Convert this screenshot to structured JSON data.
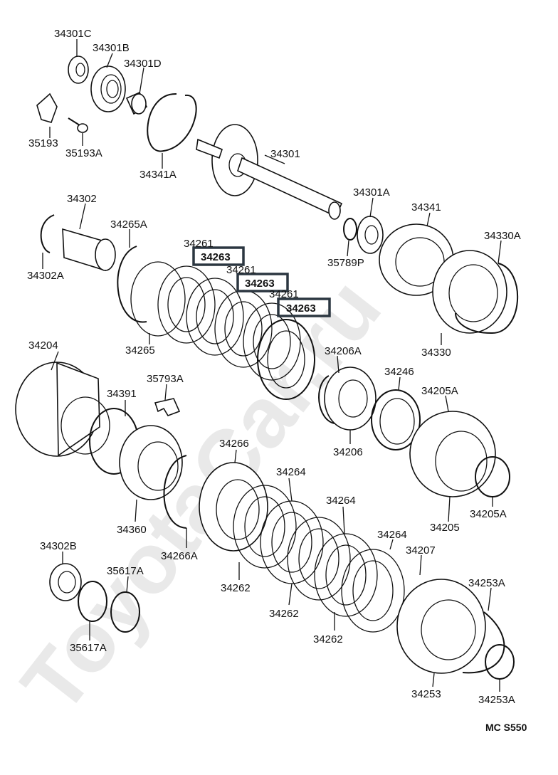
{
  "watermark": "ToyotaCar.ru",
  "diagram_code": "MC  S550",
  "labels": {
    "p34301C": "34301C",
    "p34301B": "34301B",
    "p34301D": "34301D",
    "p35193": "35193",
    "p35193A": "35193A",
    "p34341A": "34341A",
    "p34301": "34301",
    "p34301A": "34301A",
    "p35789P": "35789P",
    "p34341": "34341",
    "p34330A": "34330A",
    "p34330": "34330",
    "p34302": "34302",
    "p34302A": "34302A",
    "p34265A": "34265A",
    "p34265": "34265",
    "p34261a": "34261",
    "p34261b": "34261",
    "p34261c": "34261",
    "p34263a": "34263",
    "p34263b": "34263",
    "p34263c": "34263",
    "p34206A": "34206A",
    "p34206": "34206",
    "p34246": "34246",
    "p34205A_top": "34205A",
    "p34205": "34205",
    "p34205A_bot": "34205A",
    "p34204": "34204",
    "p34391": "34391",
    "p35793A": "35793A",
    "p34360": "34360",
    "p34266": "34266",
    "p34266A": "34266A",
    "p34264a": "34264",
    "p34264b": "34264",
    "p34264c": "34264",
    "p34262a": "34262",
    "p34262b": "34262",
    "p34262c": "34262",
    "p34207": "34207",
    "p34253A_top": "34253A",
    "p34253": "34253",
    "p34253A_bot": "34253A",
    "p34302B": "34302B",
    "p35617A_top": "35617A",
    "p35617A_bot": "35617A"
  },
  "highlight_color": "#2b3640"
}
